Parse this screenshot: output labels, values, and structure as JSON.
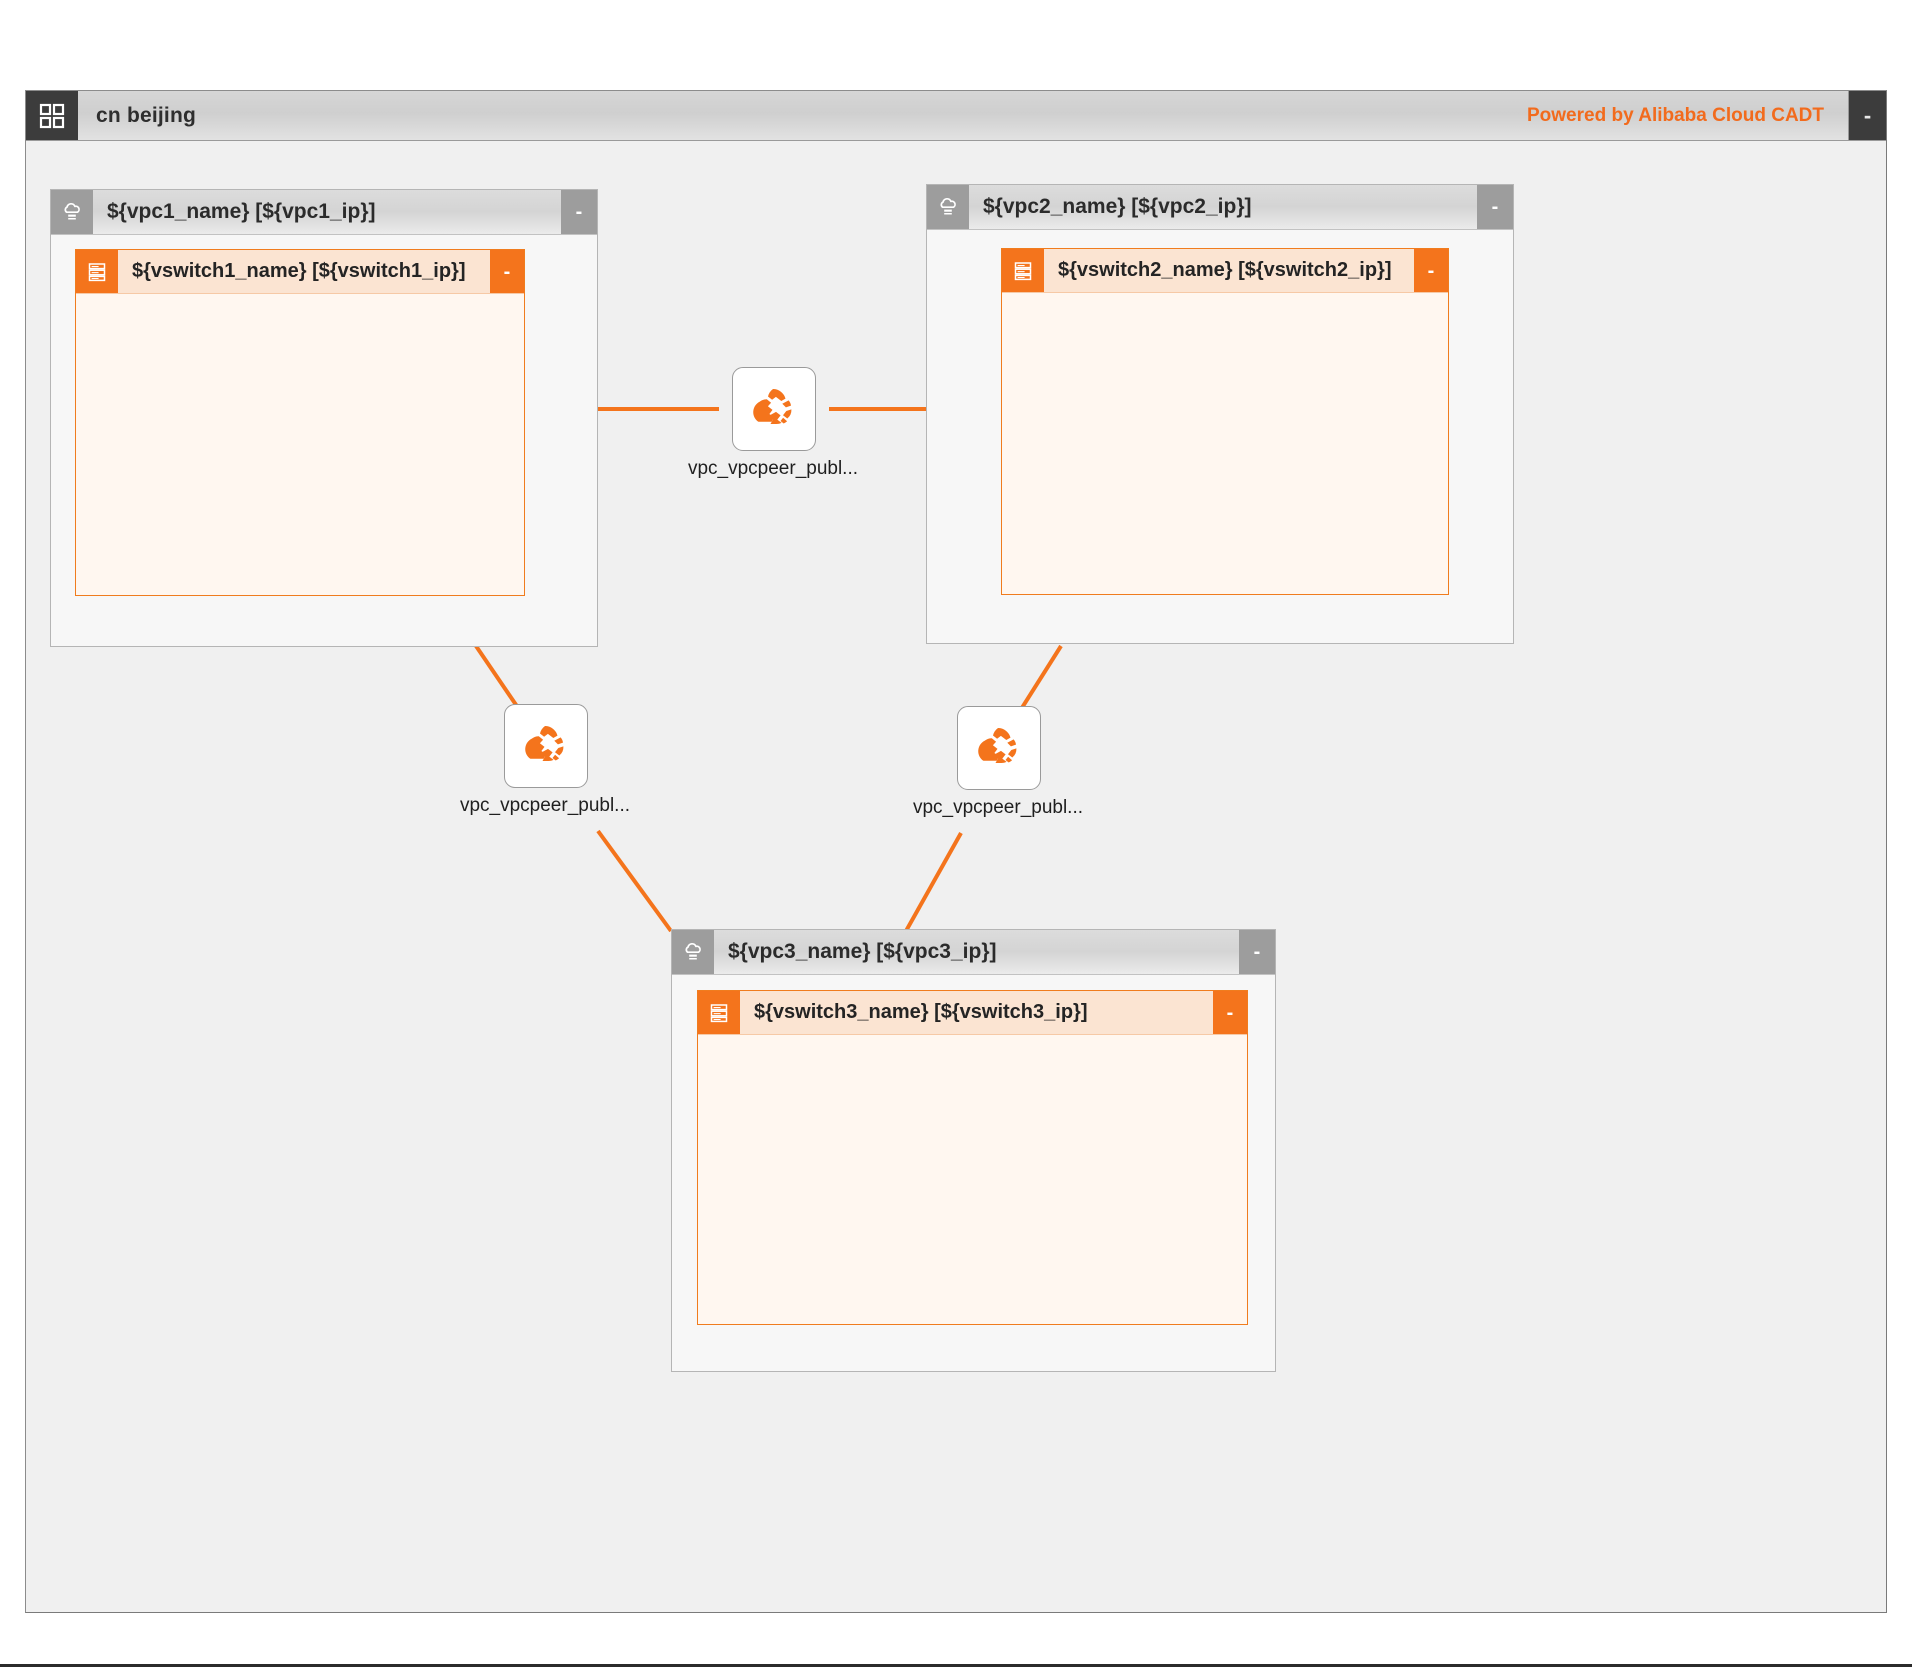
{
  "header": {
    "grid_icon": "grid-icon",
    "title": "cn beijing",
    "powered_by": "Powered by Alibaba Cloud CADT",
    "minus_label": "-"
  },
  "accent": {
    "orange": "#f4741c",
    "orange_text": "#f26b1d",
    "vswitch_body": "#fff7f0",
    "vswitch_header": "#fbe4d2",
    "vpc_header_gray": "#9d9d9d",
    "canvas_bg": "#f0f0f0",
    "header_dark": "#3c3c3c"
  },
  "vpcs": [
    {
      "id": "vpc1",
      "icon": "vpc-cloud-icon",
      "title": "${vpc1_name} [${vpc1_ip}]",
      "minus_label": "-",
      "vswitch": {
        "id": "vswitch1",
        "icon": "vswitch-rack-icon",
        "title": "${vswitch1_name} [${vswitch1_ip}]",
        "minus_label": "-"
      }
    },
    {
      "id": "vpc2",
      "icon": "vpc-cloud-icon",
      "title": "${vpc2_name} [${vpc2_ip}]",
      "minus_label": "-",
      "vswitch": {
        "id": "vswitch2",
        "icon": "vswitch-rack-icon",
        "title": "${vswitch2_name} [${vswitch2_ip}]",
        "minus_label": "-"
      }
    },
    {
      "id": "vpc3",
      "icon": "vpc-cloud-icon",
      "title": "${vpc3_name} [${vpc3_ip}]",
      "minus_label": "-",
      "vswitch": {
        "id": "vswitch3",
        "icon": "vswitch-rack-icon",
        "title": "${vswitch3_name} [${vswitch3_ip}]",
        "minus_label": "-"
      }
    }
  ],
  "peers": [
    {
      "id": "peer-top",
      "icon": "vpc-peering-cloud-icon",
      "label": "vpc_vpcpeer_publ..."
    },
    {
      "id": "peer-bottom-left",
      "icon": "vpc-peering-cloud-icon",
      "label": "vpc_vpcpeer_publ..."
    },
    {
      "id": "peer-bottom-right",
      "icon": "vpc-peering-cloud-icon",
      "label": "vpc_vpcpeer_publ..."
    }
  ]
}
